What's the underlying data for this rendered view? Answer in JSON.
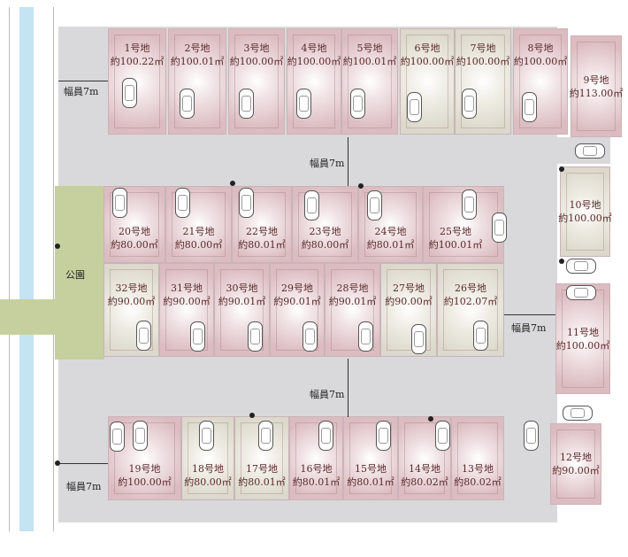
{
  "park_label": "公園",
  "road_labels": [
    "幅員7m",
    "幅員7m",
    "幅員7m",
    "幅員7m",
    "幅員7m"
  ],
  "lots": [
    {
      "name": "1号地",
      "area": "約100.22㎡",
      "tone": "pink"
    },
    {
      "name": "2号地",
      "area": "約100.01㎡",
      "tone": "pink"
    },
    {
      "name": "3号地",
      "area": "約100.00㎡",
      "tone": "pink"
    },
    {
      "name": "4号地",
      "area": "約100.00㎡",
      "tone": "pink"
    },
    {
      "name": "5号地",
      "area": "約100.01㎡",
      "tone": "pink"
    },
    {
      "name": "6号地",
      "area": "約100.00㎡",
      "tone": "beige"
    },
    {
      "name": "7号地",
      "area": "約100.00㎡",
      "tone": "beige"
    },
    {
      "name": "8号地",
      "area": "約100.00㎡",
      "tone": "pink"
    },
    {
      "name": "9号地",
      "area": "約113.00㎡",
      "tone": "pink"
    },
    {
      "name": "10号地",
      "area": "約100.00㎡",
      "tone": "beige"
    },
    {
      "name": "11号地",
      "area": "約100.00㎡",
      "tone": "pink"
    },
    {
      "name": "12号地",
      "area": "約90.00㎡",
      "tone": "pink"
    },
    {
      "name": "13号地",
      "area": "約80.02㎡",
      "tone": "pink"
    },
    {
      "name": "14号地",
      "area": "約80.02㎡",
      "tone": "pink"
    },
    {
      "name": "15号地",
      "area": "約80.01㎡",
      "tone": "pink"
    },
    {
      "name": "16号地",
      "area": "約80.01㎡",
      "tone": "pink"
    },
    {
      "name": "17号地",
      "area": "約80.01㎡",
      "tone": "beige"
    },
    {
      "name": "18号地",
      "area": "約80.00㎡",
      "tone": "beige"
    },
    {
      "name": "19号地",
      "area": "約100.00㎡",
      "tone": "pink"
    },
    {
      "name": "20号地",
      "area": "約80.00㎡",
      "tone": "pink"
    },
    {
      "name": "21号地",
      "area": "約80.00㎡",
      "tone": "pink"
    },
    {
      "name": "22号地",
      "area": "約80.01㎡",
      "tone": "pink"
    },
    {
      "name": "23号地",
      "area": "約80.00㎡",
      "tone": "pink"
    },
    {
      "name": "24号地",
      "area": "約80.01㎡",
      "tone": "pink"
    },
    {
      "name": "25号地",
      "area": "約100.01㎡",
      "tone": "pink"
    },
    {
      "name": "26号地",
      "area": "約102.07㎡",
      "tone": "beige"
    },
    {
      "name": "27号地",
      "area": "約90.00㎡",
      "tone": "beige"
    },
    {
      "name": "28号地",
      "area": "約90.01㎡",
      "tone": "pink"
    },
    {
      "name": "29号地",
      "area": "約90.01㎡",
      "tone": "pink"
    },
    {
      "name": "30号地",
      "area": "約90.01㎡",
      "tone": "pink"
    },
    {
      "name": "31号地",
      "area": "約90.00㎡",
      "tone": "pink"
    },
    {
      "name": "32号地",
      "area": "約90.00㎡",
      "tone": "beige"
    }
  ]
}
